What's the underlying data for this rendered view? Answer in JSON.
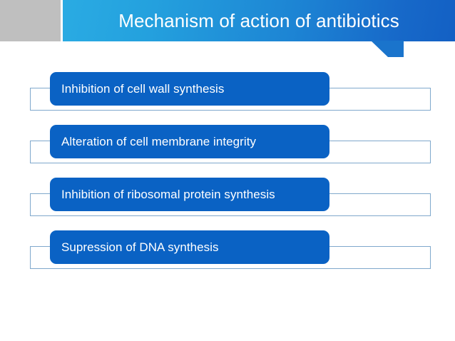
{
  "header": {
    "title": "Mechanism of action of antibiotics",
    "accent_gradient_from": "#2aabe3",
    "accent_gradient_to": "#1360c4",
    "gray_block_color": "#bfbfbf",
    "title_color": "#ffffff"
  },
  "colors": {
    "chip_fill": "#0a62c4",
    "outline_border": "#7fa8cc",
    "background": "#ffffff"
  },
  "rows": [
    {
      "label": "Inhibition of cell wall synthesis"
    },
    {
      "label": "Alteration of cell membrane integrity"
    },
    {
      "label": "Inhibition of ribosomal protein synthesis"
    },
    {
      "label": "Supression of DNA synthesis"
    }
  ]
}
